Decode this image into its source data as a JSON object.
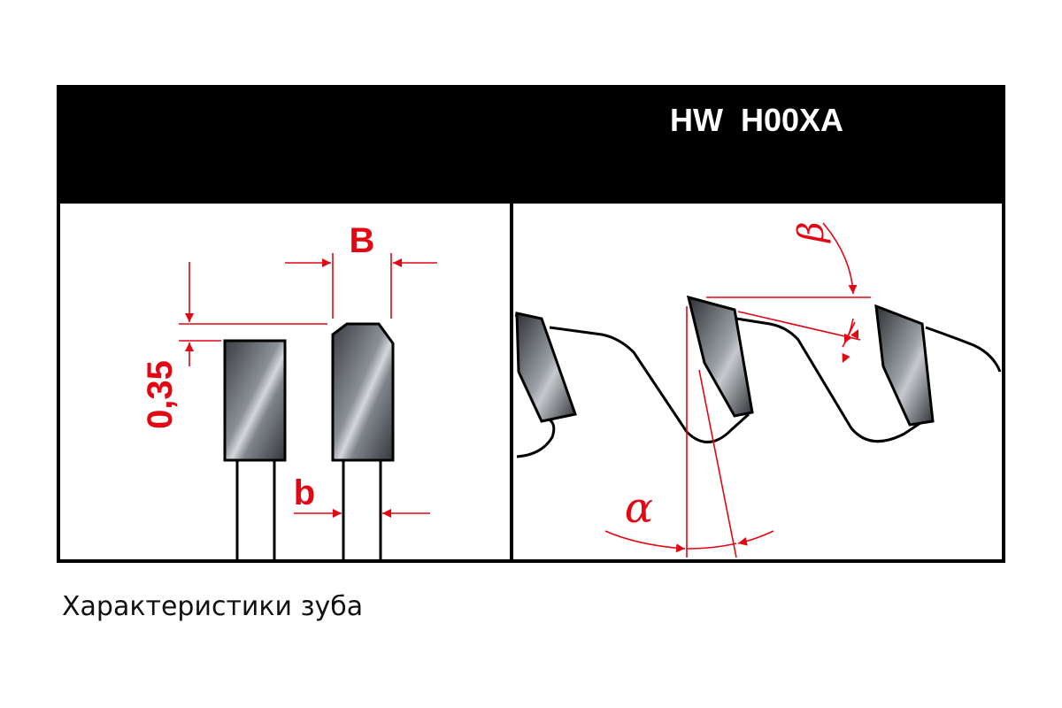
{
  "header": {
    "title": "HW  H00XA"
  },
  "left_panel": {
    "width_label": "B",
    "kerf_label": "b",
    "height_label": "0,35"
  },
  "right_panel": {
    "alpha_label": "α",
    "beta_label": "β"
  },
  "caption": "Характеристики зуба",
  "colors": {
    "accent": "#e30613",
    "frame": "#000000",
    "tooth_dark": "#3a3d42",
    "tooth_light": "#c9ccd0"
  },
  "icons": [
    "saw-tooth-icon"
  ]
}
